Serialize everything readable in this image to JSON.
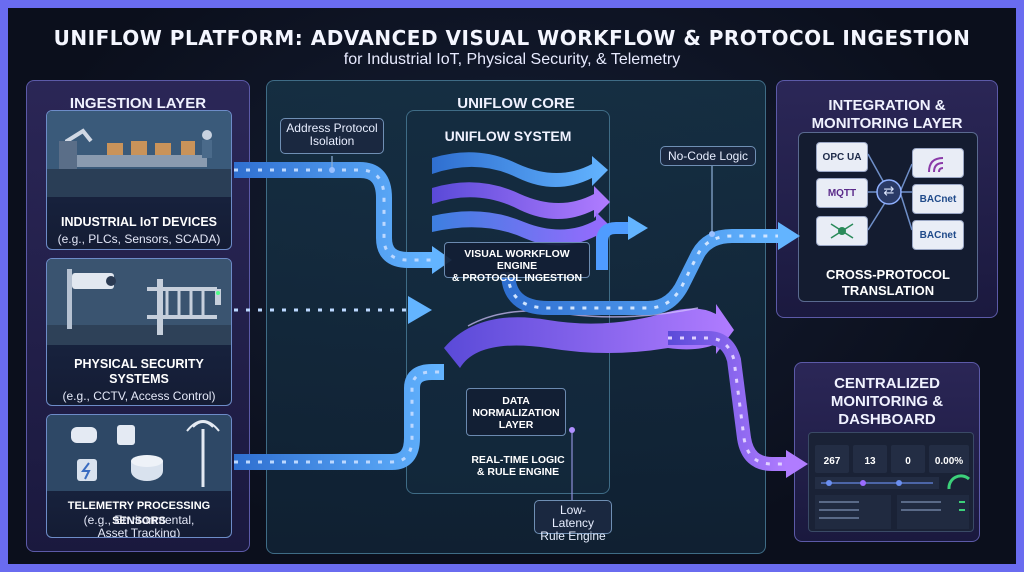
{
  "header": {
    "title": "UNIFLOW PLATFORM: ADVANCED VISUAL WORKFLOW & PROTOCOL INGESTION",
    "subtitle": "for Industrial IoT, Physical Security, & Telemetry"
  },
  "ingestion_layer": {
    "title": "INGESTION LAYER",
    "cards": [
      {
        "title": "INDUSTRIAL IoT DEVICES",
        "sub": "(e.g., PLCs, Sensors, SCADA)"
      },
      {
        "title": "PHYSICAL SECURITY SYSTEMS",
        "title_line1": "PHYSICAL SECURITY",
        "title_line2": "SYSTEMS",
        "sub": "(e.g., CCTV, Access Control)"
      },
      {
        "title": "TELEMETRY PROCESSING SENSORS",
        "sub_line1": "(e.g., Environmental,",
        "sub_line2": "Asset Tracking)"
      }
    ]
  },
  "core": {
    "title": "UNIFLOW CORE",
    "system_title": "UNIFLOW SYSTEM",
    "engine_line1": "VISUAL WORKFLOW ENGINE",
    "engine_line2": "& PROTOCOL INGESTION",
    "normalization_line1": "DATA",
    "normalization_line2": "NORMALIZATION",
    "normalization_line3": "LAYER",
    "rules_line1": "REAL-TIME LOGIC",
    "rules_line2": "& RULE ENGINE",
    "callout_isolation_line1": "Address Protocol",
    "callout_isolation_line2": "Isolation",
    "callout_nocode": "No-Code Logic",
    "callout_latency_line1": "Low-Latency",
    "callout_latency_line2": "Rule Engine"
  },
  "integration_layer": {
    "title_line1": "INTEGRATION &",
    "title_line2": "MONITORING LAYER",
    "translation_line1": "CROSS-PROTOCOL",
    "translation_line2": "TRANSLATION",
    "protocols": [
      "OPC UA",
      "MQTT",
      "BACnet",
      "BACnet"
    ],
    "monitoring_line1": "CENTRALIZED",
    "monitoring_line2": "MONITORING &",
    "monitoring_line3": "DASHBOARD",
    "dashboard_kpis": [
      "267",
      "13",
      "0",
      "0.00%"
    ]
  },
  "colors": {
    "outer_border": "#6a6cf0",
    "background": "#0b0f1c",
    "blue_flow": "#4f9cff",
    "purple_flow": "#9a5cff",
    "panel_border": "#5c5aa8"
  },
  "icons": [
    "factory-icon",
    "cctv-camera-icon",
    "gate-icon",
    "sensor-icon",
    "antenna-icon",
    "shuffle-icon"
  ]
}
